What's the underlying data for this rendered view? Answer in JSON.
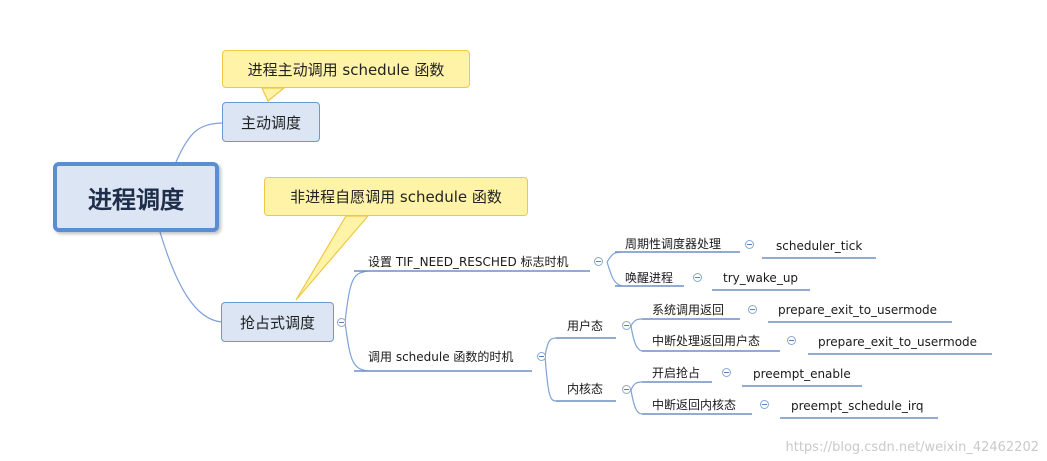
{
  "root": {
    "label": "进程调度"
  },
  "active": {
    "label": "主动调度",
    "callout": "进程主动调用 schedule 函数"
  },
  "preempt": {
    "label": "抢占式调度",
    "callout": "非进程自愿调用 schedule 函数",
    "set_flag": {
      "label": "设置 TIF_NEED_RESCHED 标志时机",
      "items": [
        {
          "label": "周期性调度器处理",
          "func": "scheduler_tick"
        },
        {
          "label": "唤醒进程",
          "func": "try_wake_up"
        }
      ]
    },
    "call_timing": {
      "label": "调用 schedule 函数的时机",
      "user": {
        "label": "用户态",
        "items": [
          {
            "label": "系统调用返回",
            "func": "prepare_exit_to_usermode"
          },
          {
            "label": "中断处理返回用户态",
            "func": "prepare_exit_to_usermode"
          }
        ]
      },
      "kernel": {
        "label": "内核态",
        "items": [
          {
            "label": "开启抢占",
            "func": "preempt_enable"
          },
          {
            "label": "中断返回内核态",
            "func": "preempt_schedule_irq"
          }
        ]
      }
    }
  },
  "watermark": "https://blog.csdn.net/weixin_42462202",
  "colors": {
    "connector": "#7fa3d6",
    "root_fill": "#dbe5f4",
    "root_border": "#5b8ed0",
    "callout_fill": "#fff3a8",
    "callout_border": "#f0c844"
  }
}
